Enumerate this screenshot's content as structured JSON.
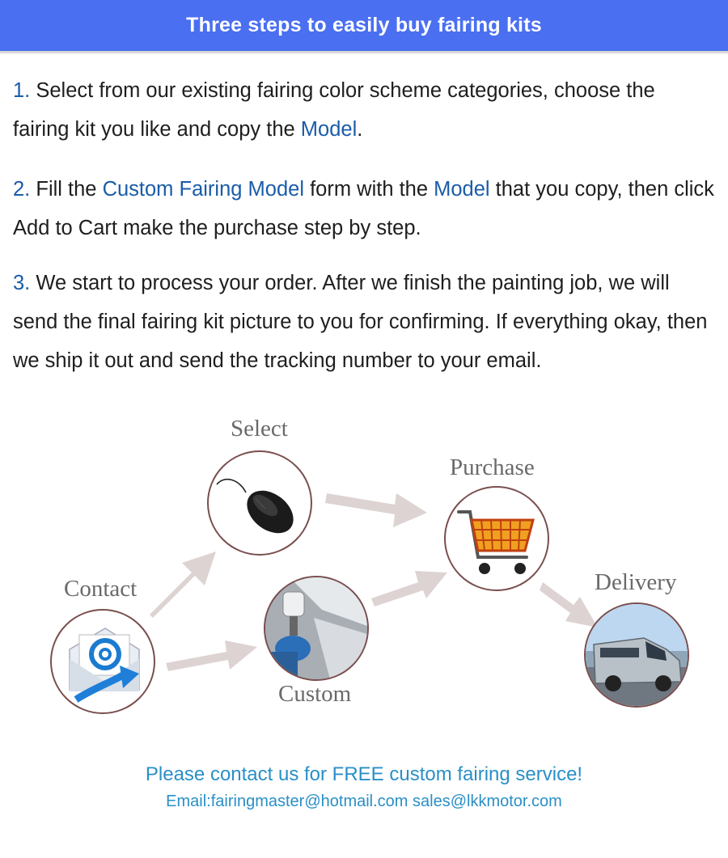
{
  "header": {
    "title": "Three steps to easily buy fairing kits"
  },
  "steps": [
    {
      "number": "1.",
      "text_a": " Select from our existing fairing color scheme categories, choose the fairing kit you like and copy the ",
      "highlight": "Model",
      "text_b": "."
    },
    {
      "number": "2.",
      "text_a": " Fill the  ",
      "highlight_a": "Custom Fairing Model",
      "text_b": "  form with the ",
      "highlight_b": "Model",
      "text_c": "  that  you  copy, then click Add to Cart make the purchase step by step."
    },
    {
      "number": "3.",
      "text_a": " We start  to  process your order. After we finish the painting job, we will send the final fairing kit picture  to you for confirming. If everything okay, then we ship it out and send the tracking number to your email."
    }
  ],
  "flow": {
    "contact": "Contact",
    "select": "Select",
    "custom": "Custom",
    "purchase": "Purchase",
    "delivery": "Delivery"
  },
  "footer": {
    "line1": "Please contact us for FREE custom fairing service!",
    "line2": "Email:fairingmaster@hotmail.com  sales@lkkmotor.com"
  },
  "colors": {
    "header_bg": "#4a6ff0",
    "accent_blue": "#1a5ca8",
    "footer_blue": "#2a8fc7",
    "arrow": "#ddd3d3"
  }
}
